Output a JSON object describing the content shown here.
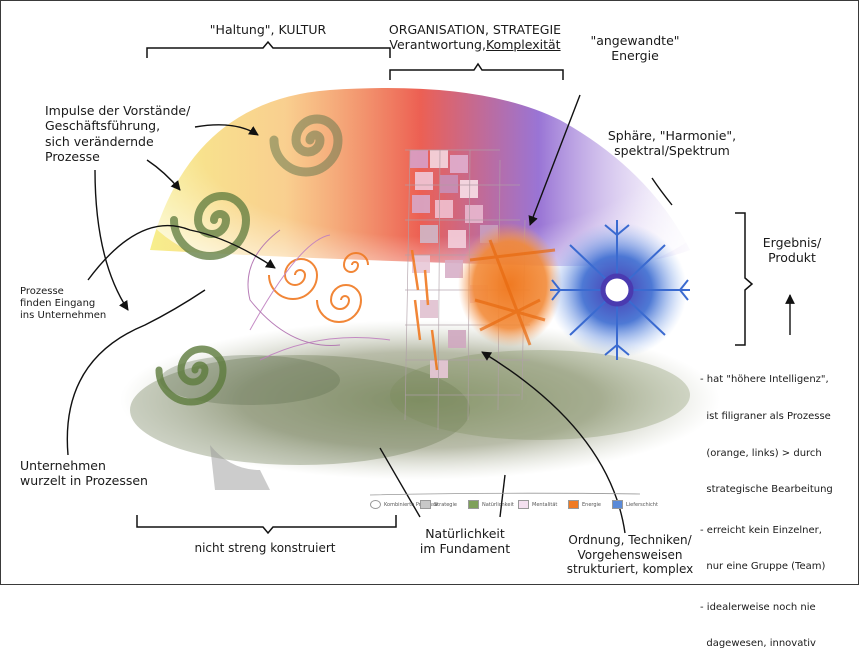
{
  "labels": {
    "culture": "\"Haltung\", KULTUR",
    "org_line1": "ORGANISATION, STRATEGIE",
    "org_line2a": "Verantwortung,",
    "org_line2b": "Komplexität",
    "energy_line1": "\"angewandte\"",
    "energy_line2": "Energie",
    "impulse_line1": "Impulse der Vorstände/",
    "impulse_line2": "Geschäftsführung,",
    "impulse_line3": "sich verändernde",
    "impulse_line4": "Prozesse",
    "sphere_line1": "Sphäre, \"Harmonie\",",
    "sphere_line2": "spektral/Spektrum",
    "result_line1": "Ergebnis/",
    "result_line2": "Produkt",
    "entry_line1": "Prozesse",
    "entry_line2": "finden Eingang",
    "entry_line3": "ins Unternehmen",
    "notes": [
      "- hat \"höhere Intelligenz\",",
      "  ist filigraner als Prozesse",
      "  (orange, links) > durch",
      "  strategische Bearbeitung",
      "- erreicht kein Einzelner,",
      "  nur eine Gruppe (Team)",
      "- idealerweise noch nie",
      "  dagewesen, innovativ"
    ],
    "roots_line1": "Unternehmen",
    "roots_line2": "wurzelt in Prozessen",
    "loose": "nicht streng konstruiert",
    "nature_line1": "Natürlichkeit",
    "nature_line2": "im Fundament",
    "order_line1": "Ordnung, Techniken/",
    "order_line2": "Vorgehensweisen",
    "order_line3": "strukturiert, komplex"
  },
  "legend": [
    {
      "label": "Kombinierte Prozesse",
      "color": "#9a9a9a"
    },
    {
      "label": "Strategie",
      "color": "#c8c8c8"
    },
    {
      "label": "Natürlichkeit",
      "color": "#7ea05a"
    },
    {
      "label": "Mentalität",
      "color": "#b070b0"
    },
    {
      "label": "Energie",
      "color": "#f07a22"
    },
    {
      "label": "Lieferschicht",
      "color": "#5a8ad8"
    }
  ],
  "colors": {
    "spiral_green": "#5c7a3c",
    "orange": "#f07a22",
    "blue": "#3a64c8",
    "red": "#e03a28",
    "violet": "#7a52c2"
  }
}
